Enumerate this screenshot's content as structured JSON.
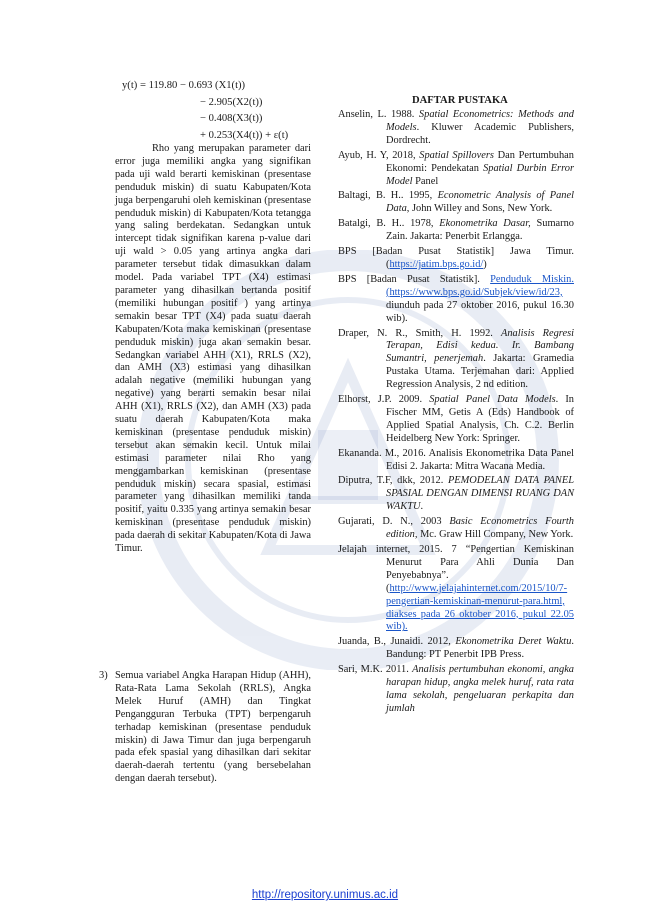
{
  "equation": {
    "line1": "y(t) = 119.80 − 0.693 (X1(t))",
    "line2": "− 2.905(X2(t))",
    "line3": "− 0.408(X3(t))",
    "line4": "+ 0.253(X4(t)) + ε(t)"
  },
  "left_column": {
    "paragraph_rho": "Rho yang merupakan parameter dari error juga memiliki angka yang signifikan pada uji wald berarti kemiskinan (presentase penduduk miskin) di suatu Kabupaten/Kota juga berpengaruhi oleh kemiskinan (presentase penduduk miskin) di Kabupaten/Kota tetangga yang saling berdekatan. Sedangkan untuk intercept tidak signifikan karena p-value dari uji wald > 0.05 yang artinya angka dari parameter tersebut tidak dimasukkan dalam model. Pada variabel TPT (X4) estimasi parameter yang dihasilkan bertanda positif (memiliki hubungan positif ) yang artinya semakin besar TPT (X4) pada suatu daerah Kabupaten/Kota maka kemiskinan (presentase penduduk miskin) juga akan semakin besar. Sedangkan variabel AHH (X1), RRLS (X2), dan AMH (X3) estimasi yang dihasilkan adalah negative (memiliki hubungan yang negative) yang berarti semakin besar nilai AHH (X1), RRLS (X2), dan AMH (X3) pada suatu daerah Kabupaten/Kota maka kemiskinan (presentase penduduk miskin) tersebut akan semakin kecil. Untuk milai estimasi parameter nilai Rho yang menggambarkan kemiskinan (presentase penduduk miskin) secara spasial, estimasi parameter yang dihasilkan memiliki tanda positif, yaitu 0.335 yang artinya semakin besar kemiskinan (presentase penduduk miskin) pada daerah di sekitar Kabupaten/Kota di Jawa Timur.",
    "item3_number": "3)",
    "item3_text": "Semua variabel Angka Harapan Hidup (AHH), Rata-Rata Lama Sekolah (RRLS), Angka Melek Huruf (AMH) dan Tingkat Pengangguran Terbuka (TPT) berpengaruh terhadap kemiskinan (presentase penduduk miskin) di Jawa Timur dan juga berpengaruh pada efek spasial yang dihasilkan dari sekitar daerah-daerah tertentu (yang bersebelahan dengan daerah tersebut)."
  },
  "references": {
    "heading": "DAFTAR PUSTAKA",
    "items": [
      {
        "a": "Anselin, L. 1988. ",
        "t": "Spatial Econometrics: Methods and Models",
        "b": ". Kluwer Academic Publishers, Dordrecht."
      },
      {
        "a": "Ayub, H. Y, 2018, ",
        "t": "Spatial Spillovers",
        "b": " Dan Pertumbuhan Ekonomi: Pendekatan ",
        "t2": "Spatial Durbin Error Model",
        "b2": " Panel"
      },
      {
        "a": "Baltagi, B. H.. 1995, ",
        "t": "Econometric Analysis of Panel Data",
        "b": ", John Willey and Sons, New York."
      },
      {
        "a": "Batalgi, B. H.. 1978, ",
        "t": "Ekonometrika Dasar,",
        "b": " Sumarno Zain. Jakarta: Penerbit Erlangga."
      },
      {
        "a": "BPS [Badan Pusat Statistik] Jawa Timur. (",
        "link": "https://jatim.bps.go.id/",
        "b": ")"
      },
      {
        "a": "BPS [Badan Pusat Statistik]. ",
        "link": "Penduduk Miskin. (https://www.bps.go.id/Subjek/view/id/23, ",
        "b": "diunduh pada 27 oktober 2016, pukul 16.30 wib)."
      },
      {
        "a": "Draper, N. R., Smith, H. 1992. ",
        "t": "Analisis Regresi Terapan, Edisi kedua. Ir. Bambang Sumantri, penerjemah",
        "b": ". Jakarta: Gramedia Pustaka Utama. Terjemahan dari: Applied Regression Analysis, 2 nd edition."
      },
      {
        "a": "Elhorst, J.P. 2009. ",
        "t": "Spatial Panel Data Models",
        "b": ". In Fischer MM, Getis A (Eds) Handbook of Applied Spatial Analysis, Ch. C.2. Berlin Heidelberg New York: Springer."
      },
      {
        "a": "Ekananda. M., 2016. Analisis Ekonometrika Data Panel Edisi 2. Jakarta: Mitra Wacana Media."
      },
      {
        "a": "Diputra, T.F, dkk, 2012. ",
        "t": "PEMODELAN DATA PANEL SPASIAL DENGAN DIMENSI RUANG DAN WAKTU",
        "b": "."
      },
      {
        "a": "Gujarati, D. N., 2003 ",
        "t": "Basic Econometrics Fourth edition,",
        "b": " Mc. Graw Hill Company, New York."
      },
      {
        "a": "Jelajah internet, 2015. 7 “Pengertian Kemiskinan Menurut Para Ahli Dunia Dan Penyebabnya”. (",
        "link": "http://www.jelajahinternet.com/2015/10/7-pengertian-kemiskinan-menurut-para.html, diakses pada 26 oktober 2016, pukul 22.05 wib).",
        "b": ""
      },
      {
        "a": "Juanda, B., Junaidi. 2012, ",
        "t": "Ekonometrika Deret Waktu",
        "b": ". Bandung: PT Penerbit IPB Press."
      },
      {
        "a": "Sari, M.K. 2011. ",
        "t": "Analisis pertumbuhan ekonomi, angka harapan hidup, angka melek huruf, rata rata lama sekolah, pengeluaran perkapita dan jumlah",
        "b": ""
      }
    ]
  },
  "footer": {
    "url": "http://repository.unimus.ac.id"
  }
}
